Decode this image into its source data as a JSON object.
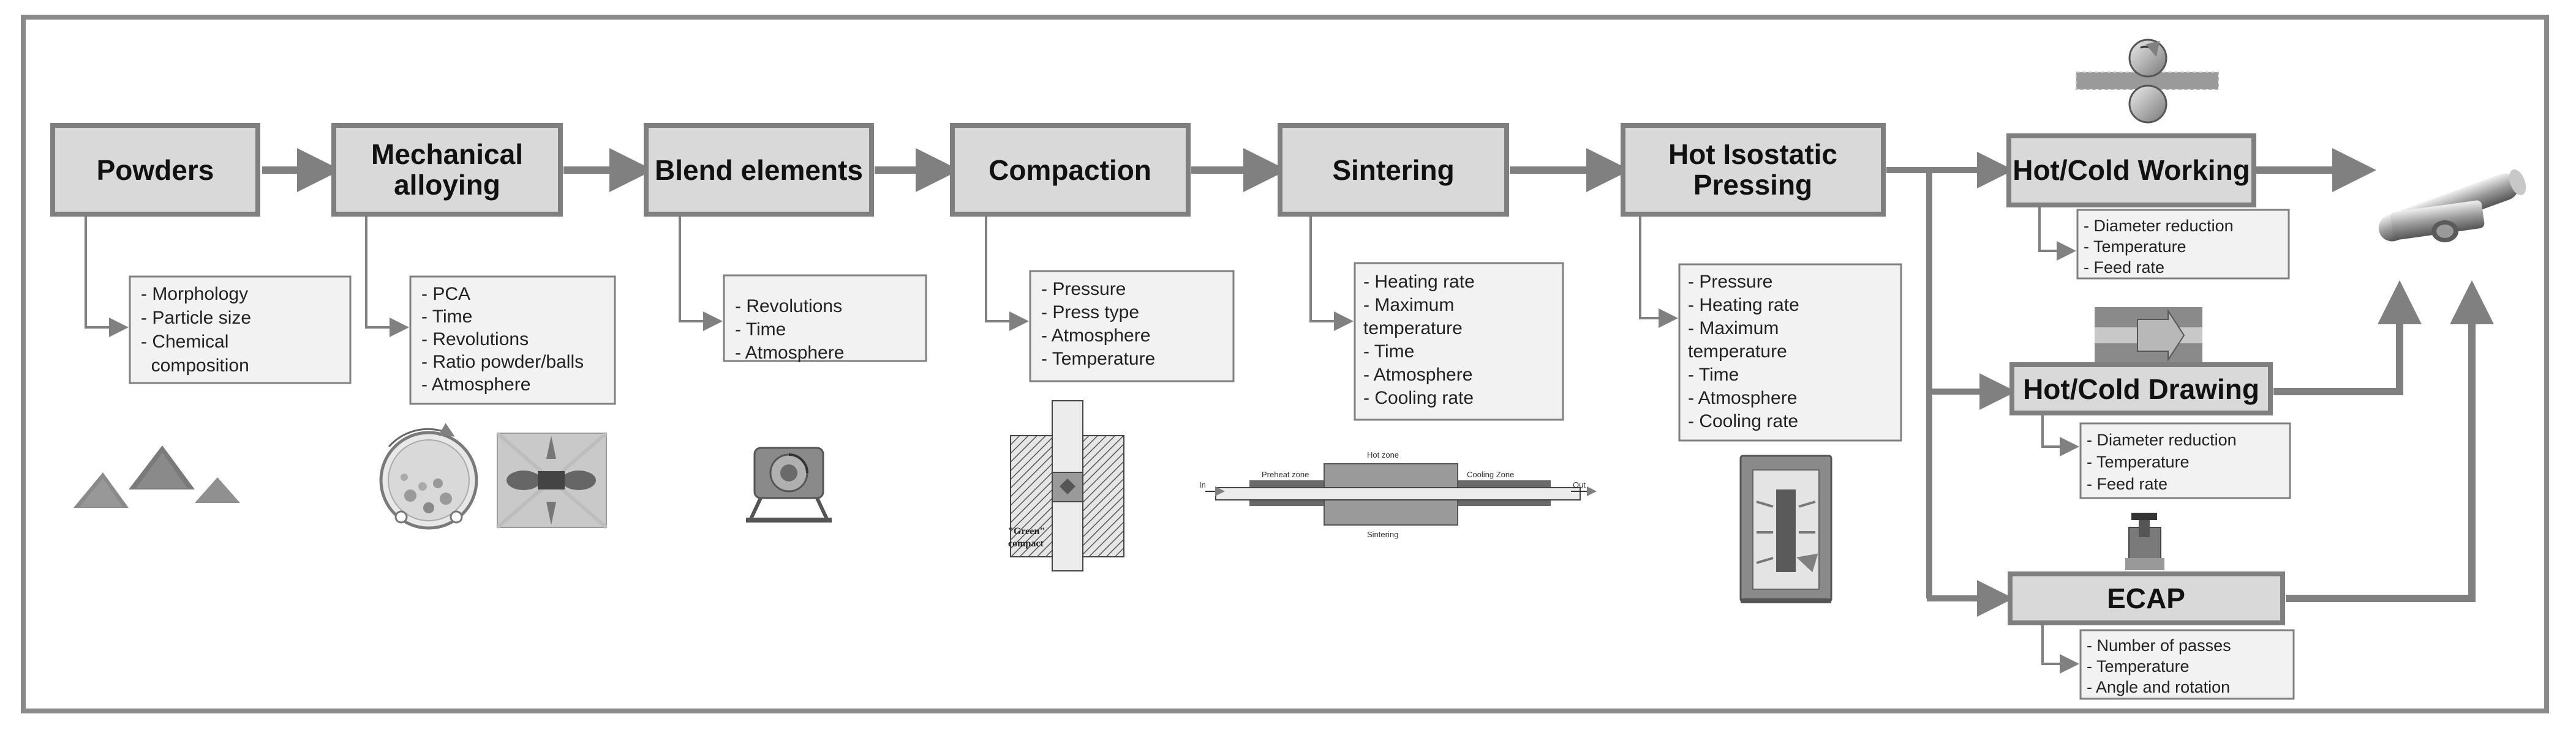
{
  "stages": [
    {
      "label_lines": [
        "Powders"
      ],
      "notes": [
        "- Morphology",
        "- Particle size",
        "- Chemical",
        "  composition"
      ]
    },
    {
      "label_lines": [
        "Mechanical",
        "alloying"
      ],
      "notes": [
        "- PCA",
        "- Time",
        "- Revolutions",
        "- Ratio powder/balls",
        "- Atmosphere"
      ]
    },
    {
      "label_lines": [
        "Blend elements"
      ],
      "notes": [
        "- Revolutions",
        "- Time",
        "- Atmosphere"
      ]
    },
    {
      "label_lines": [
        "Compaction"
      ],
      "notes": [
        "- Pressure",
        "- Press type",
        "- Atmosphere",
        "- Temperature"
      ]
    },
    {
      "label_lines": [
        "Sintering"
      ],
      "notes": [
        "- Heating rate",
        "- Maximum",
        "temperature",
        "- Time",
        "- Atmosphere",
        "- Cooling rate"
      ]
    },
    {
      "label_lines": [
        "Hot Isostatic",
        "Pressing"
      ],
      "notes": [
        "- Pressure",
        "- Heating rate",
        "- Maximum",
        "temperature",
        "- Time",
        "- Atmosphere",
        "- Cooling rate"
      ]
    }
  ],
  "post_processes": [
    {
      "label": "Hot/Cold Working",
      "notes": [
        "- Diameter reduction",
        "- Temperature",
        "- Feed rate"
      ]
    },
    {
      "label": "Hot/Cold Drawing",
      "notes": [
        "- Diameter reduction",
        "- Temperature",
        "- Feed rate"
      ]
    },
    {
      "label": "ECAP",
      "notes": [
        "- Number of passes",
        "- Temperature",
        "- Angle and rotation"
      ]
    }
  ],
  "illustrations": {
    "compaction_caption": [
      "\"Green\"",
      "compact"
    ],
    "furnace_labels": {
      "in": "In",
      "out": "Out",
      "preheat": "Preheat zone",
      "hot": "Hot zone",
      "cooling": "Cooling Zone",
      "sintering": "Sintering"
    }
  },
  "colors": {
    "box_fill": "#d9d9d9",
    "box_border": "#7f7f7f",
    "note_fill": "#f2f2f2",
    "arrow": "#808080"
  }
}
